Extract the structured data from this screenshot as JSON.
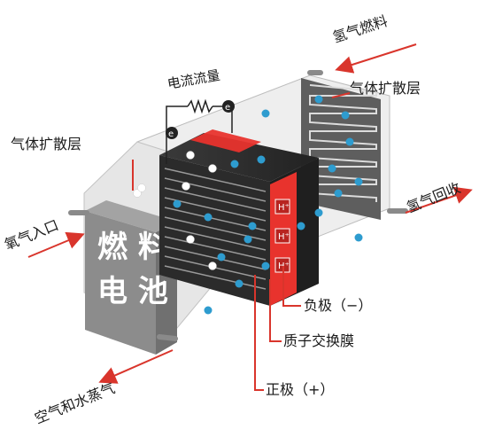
{
  "labels": {
    "hydrogen_fuel": "氢气燃料",
    "current_flow": "电流流量",
    "gas_diffusion_right": "气体扩散层",
    "gas_diffusion_left": "气体扩散层",
    "oxygen_inlet": "氧气入口",
    "hydrogen_recovery": "氢气回收",
    "negative": "负极（−）",
    "membrane": "质子交换膜",
    "positive": "正极（+）",
    "air_water_vapor": "空气和水蒸气",
    "electron": "e",
    "proton": "H"
  },
  "cell_text": {
    "line1": "燃 料",
    "line2": "电 池"
  },
  "colors": {
    "accent_red": "#e8332d",
    "arrow_red": "#d9352c",
    "particle_blue": "#2e9ccf",
    "cell_dark": "#2b2b2b",
    "panel_gray": "#8c8c8c"
  }
}
